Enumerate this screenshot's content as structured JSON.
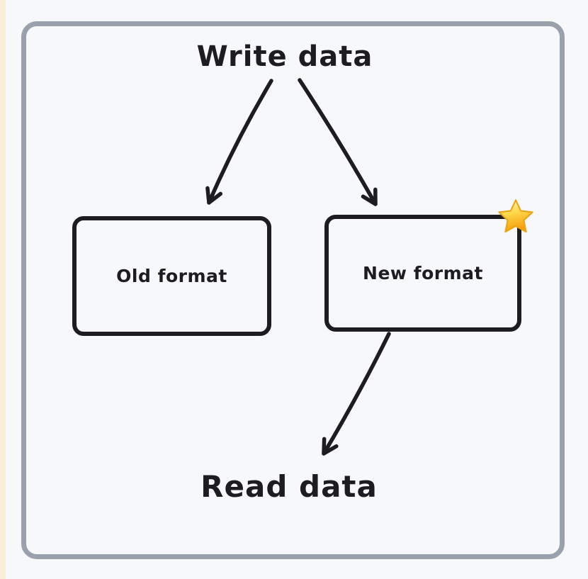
{
  "page": {
    "background_color": "#f7f8fa",
    "left_strip_color": "#faeeda",
    "frame_border_color": "#9aa1ac",
    "ink_color": "#1d1d20"
  },
  "diagram": {
    "source_label": "Write data",
    "sink_label": "Read data",
    "nodes": [
      {
        "id": "old-format",
        "label": "Old format"
      },
      {
        "id": "new-format",
        "label": "New format",
        "badge": "star-icon"
      }
    ],
    "edges": [
      {
        "from": "write-data",
        "to": "old-format"
      },
      {
        "from": "write-data",
        "to": "new-format"
      },
      {
        "from": "new-format",
        "to": "read-data"
      }
    ],
    "star": {
      "gradient_top": "#fff9d6",
      "gradient_mid": "#ffd94f",
      "gradient_bottom": "#f5a00a",
      "outline": "#eca414"
    }
  }
}
